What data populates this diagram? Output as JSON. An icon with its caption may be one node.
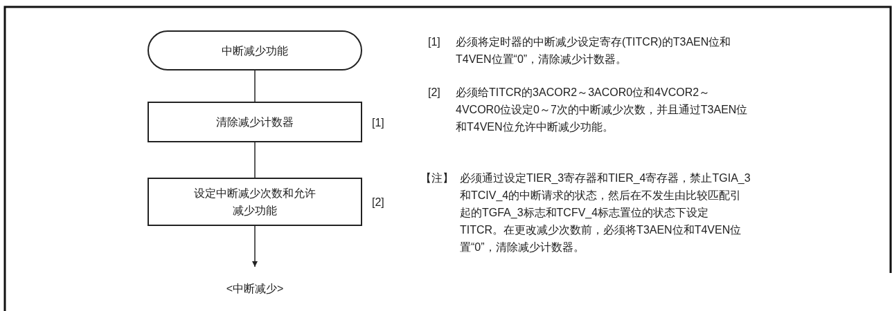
{
  "diagram": {
    "nodes": [
      {
        "text": [
          "中断减少功能"
        ]
      },
      {
        "text": [
          "清除减少计数器"
        ],
        "beside": [
          "[1]"
        ]
      },
      {
        "text": [
          "设定中断减少次数和允许减少功能"
        ],
        "beside": [
          "[2]"
        ]
      },
      {
        "text": [
          "<中断减少>"
        ]
      }
    ],
    "edges": [
      {
        "from": 0,
        "to": 1,
        "arrow": "none"
      },
      {
        "from": 1,
        "to": 2,
        "arrow": "none"
      },
      {
        "from": 2,
        "to": 3,
        "arrow": "to"
      }
    ],
    "labels": [
      "[1]",
      "必须将定时器的中断减少设定寄存(TITCR)的T3AEN位和T4VEN位置“0”，清除减少计数器。",
      "[2]",
      "必须给TITCR的3ACOR2～3ACOR0位和4VCOR2～4VCOR0位设定0～7次的中断减少次数，并且通过T3AEN位和T4VEN位允许中断减少功能。",
      "【注】",
      "必须通过设定TIER_3寄存器和TIER_4寄存器，禁止TGIA_3和TCIV_4的中断请求的状态，然后在不发生由比较匹配引起的TGFA_3标志和TCFV_4标志置位的状态下设定TITCR。在更改减少次数前，必须将T3AEN位和T4VEN位置“0”，清除减少计数器。"
    ]
  }
}
